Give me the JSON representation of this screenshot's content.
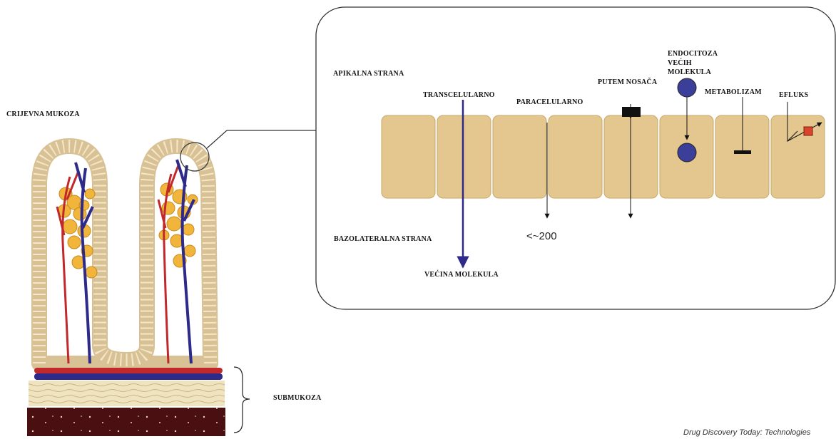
{
  "labels": {
    "mucosa": "CRIJEVNA MUKOZA",
    "submucosa": "SUBMUKOZA",
    "apical": "APIKALNA STRANA",
    "basolateral": "BAZOLATERALNA STRANA",
    "transcellular": "TRANSCELULARNO",
    "paracellular": "PARACELULARNO",
    "carrier": "PUTEM NOSAČA",
    "endocytosis": [
      "ENDOCITOZA",
      "VEĆIH",
      "MOLEKULA"
    ],
    "metabolism": "METABOLIZAM",
    "efflux": "EFLUKS",
    "majority": "VEĆINA MOLEKULA",
    "size_limit": "<~200"
  },
  "credit": "Drug Discovery Today: Technologies",
  "colors": {
    "cell_fill": "#e3c78e",
    "cell_stroke": "#c9a86a",
    "artery": "#c0282c",
    "vein": "#2d2a8a",
    "molecule": "#3c3f9a",
    "efflux_box": "#d9452b",
    "lamina": "#c9a35e",
    "submucosa_fill": "#efe3c0",
    "muscle": "#4a0f10"
  }
}
